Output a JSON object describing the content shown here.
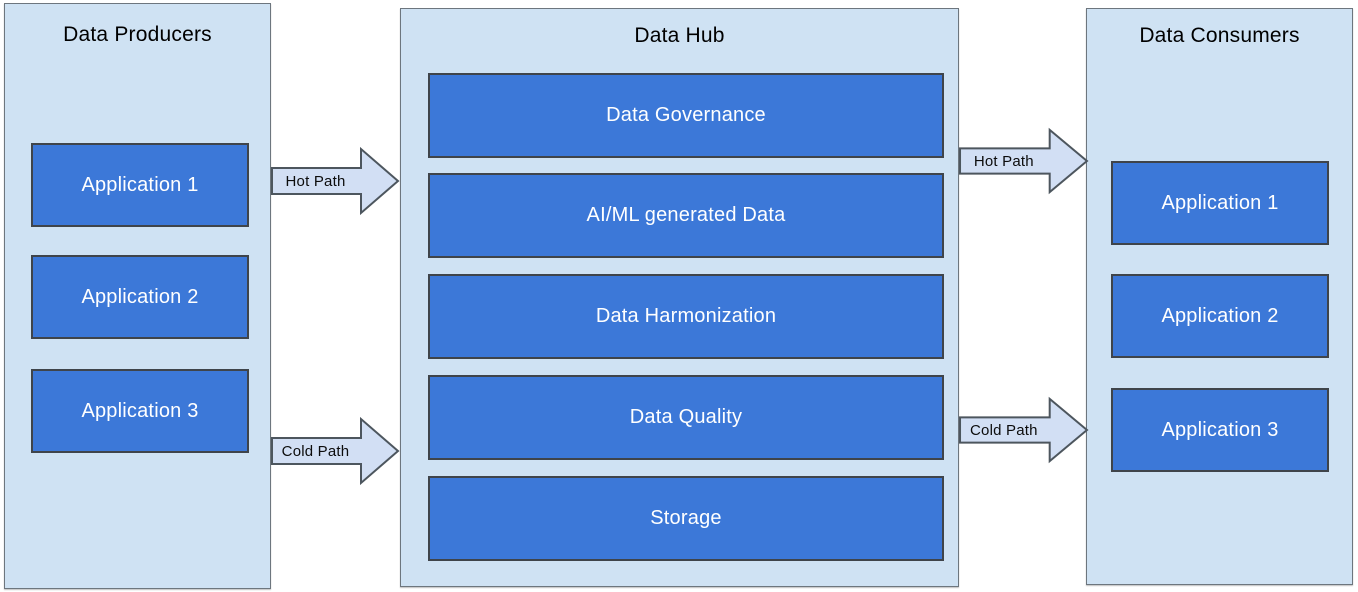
{
  "colors": {
    "panel_fill": "#cfe2f3",
    "panel_border": "#6d767e",
    "box_fill": "#3c78d8",
    "box_border": "#3f444a",
    "box_text": "#ffffff",
    "arrow_fill": "#d2dff4",
    "arrow_border": "#4d565e",
    "title_text": "#000000",
    "canvas_bg": "#ffffff"
  },
  "panels": [
    {
      "id": "data-producers",
      "title": "Data Producers",
      "items": [
        "Application 1",
        "Application 2",
        "Application 3"
      ]
    },
    {
      "id": "data-hub",
      "title": "Data Hub",
      "items": [
        "Data Governance",
        "AI/ML generated Data",
        "Data Harmonization",
        "Data Quality",
        "Storage"
      ]
    },
    {
      "id": "data-consumers",
      "title": "Data Consumers",
      "items": [
        "Application 1",
        "Application 2",
        "Application 3"
      ]
    }
  ],
  "arrows": [
    {
      "label": "Hot Path",
      "from": "data-producers",
      "to": "data-hub"
    },
    {
      "label": "Cold Path",
      "from": "data-producers",
      "to": "data-hub"
    },
    {
      "label": "Hot Path",
      "from": "data-hub",
      "to": "data-consumers"
    },
    {
      "label": "Cold Path",
      "from": "data-hub",
      "to": "data-consumers"
    }
  ]
}
